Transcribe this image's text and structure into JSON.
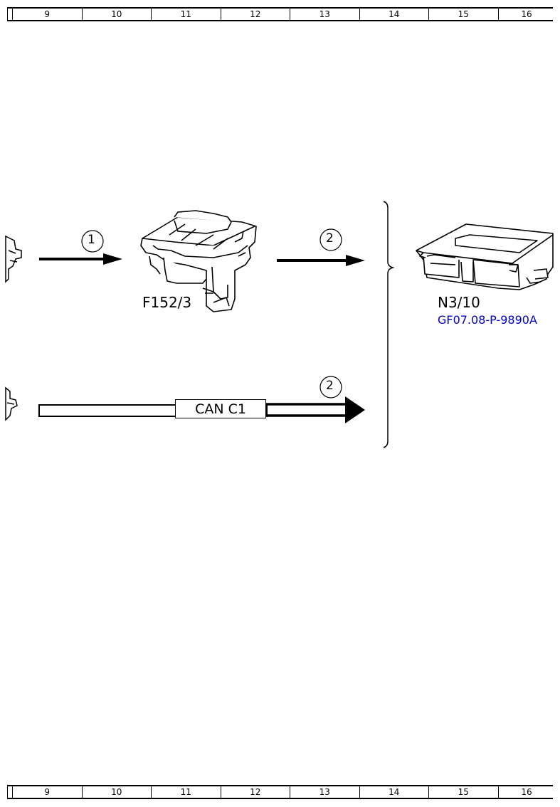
{
  "ruler": {
    "columns": [
      "9",
      "10",
      "11",
      "12",
      "13",
      "14",
      "15",
      "16"
    ]
  },
  "components": {
    "fuse": {
      "label": "F152/3"
    },
    "module": {
      "label": "N3/10",
      "reference": "GF07.08-P-9890A"
    }
  },
  "callouts": {
    "one": "1",
    "two_upper": "2",
    "two_lower": "2"
  },
  "bus": {
    "label": "CAN C1"
  }
}
